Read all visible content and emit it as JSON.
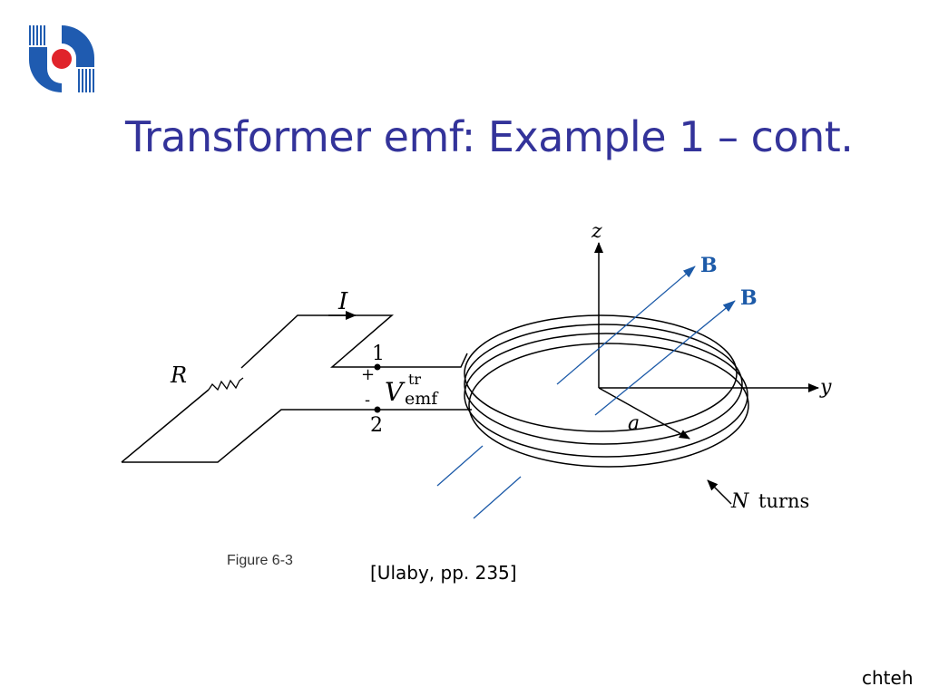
{
  "slide": {
    "title": "Transformer emf: Example 1 – cont.",
    "citation": "[Ulaby, pp. 235]",
    "author": "chteh"
  },
  "figure": {
    "caption": "Figure 6-3",
    "labels": {
      "current": "I",
      "resistor": "R",
      "terminal_1": "1",
      "terminal_2": "2",
      "plus": "+",
      "minus": "-",
      "voltage_symbol": "V",
      "voltage_sup": "tr",
      "voltage_sub": "emf",
      "axis_z": "z",
      "axis_y": "y",
      "radius": "a",
      "field_1": "B",
      "field_2": "B",
      "turns_N": "N",
      "turns_word": "turns"
    }
  },
  "colors": {
    "title": "#33339a",
    "field_lines": "#1c5aa8",
    "logo_blue": "#1f5bb0",
    "logo_red": "#e0232b"
  },
  "icons": [
    "university-logo-icon"
  ]
}
